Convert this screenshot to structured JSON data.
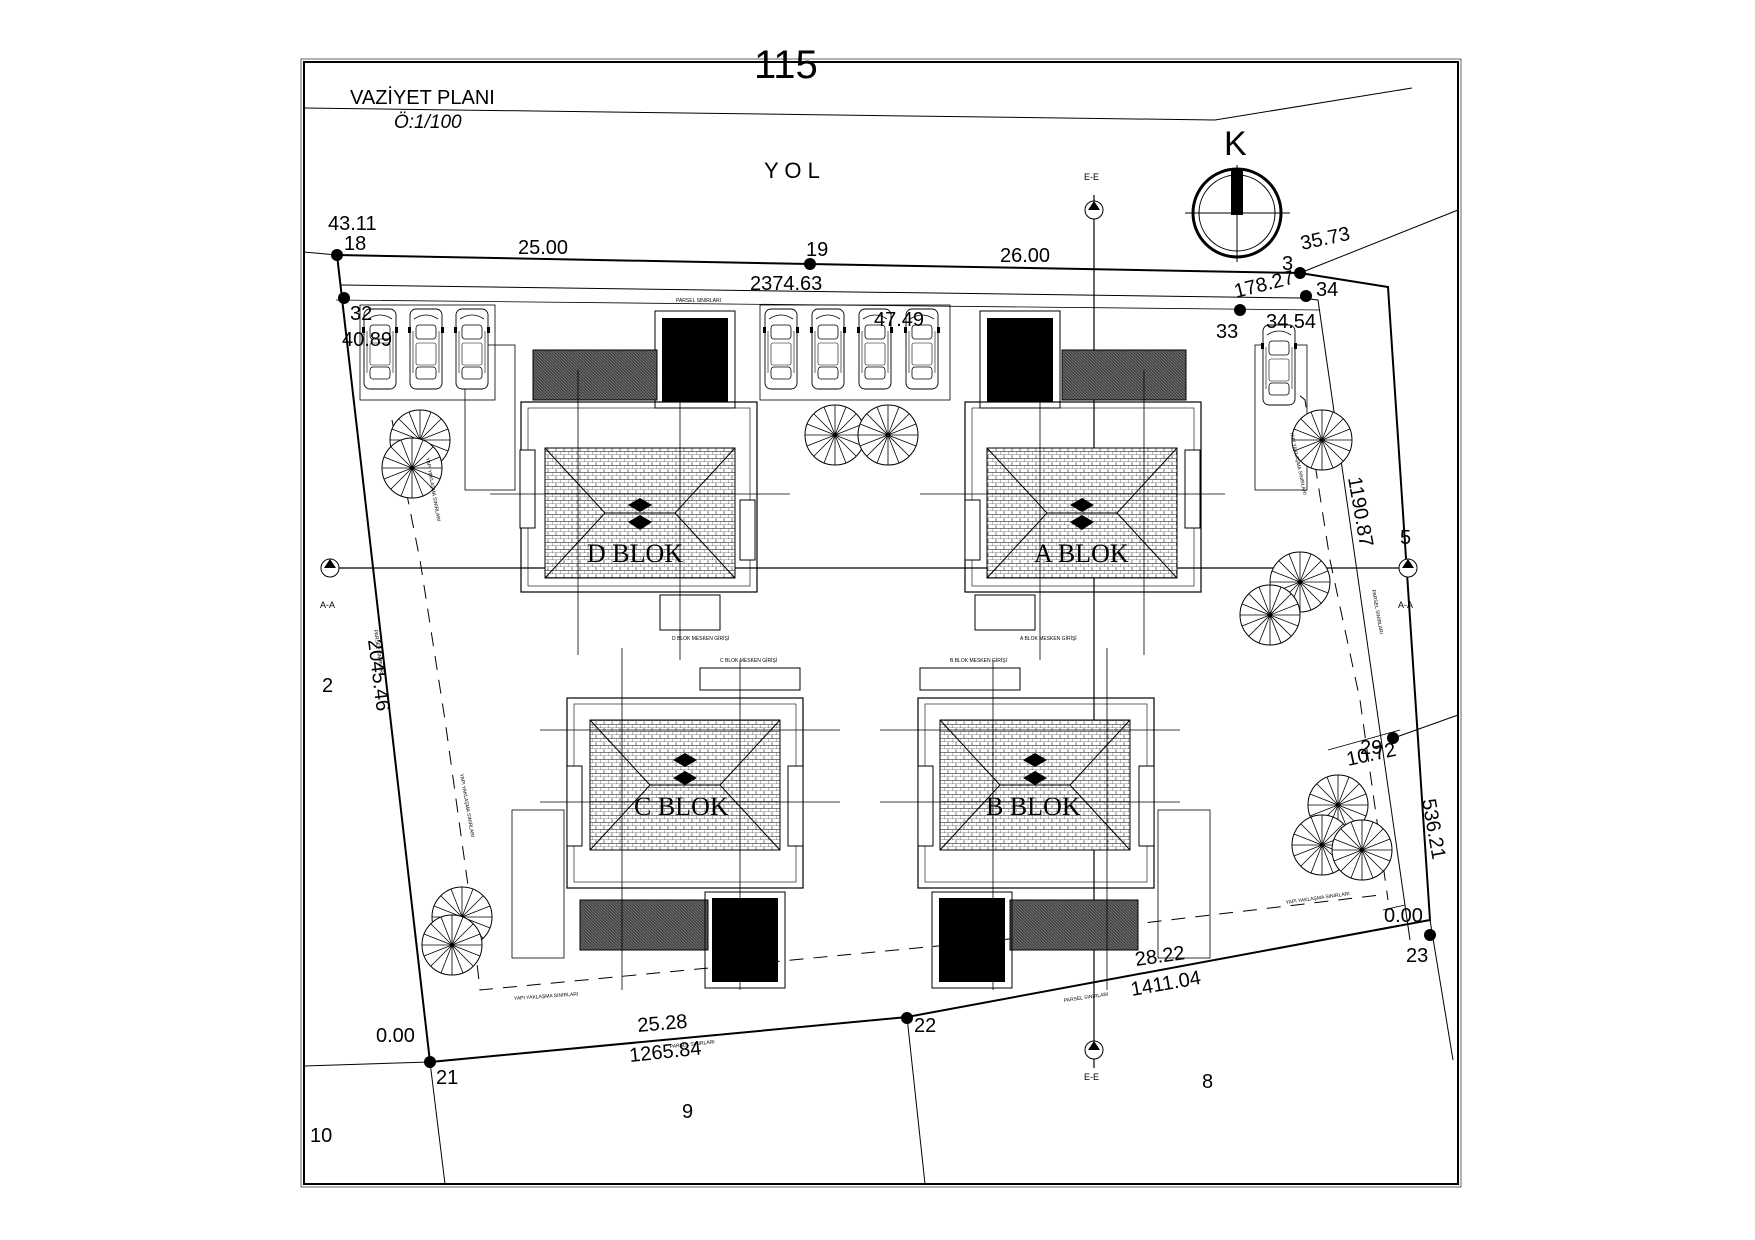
{
  "title": {
    "line1": "VAZİYET PLANI",
    "line2": "Ö:1/100"
  },
  "top_number": "115",
  "road": "Y O L",
  "north": "K",
  "section_labels": {
    "a": "A-A",
    "e": "E-E"
  },
  "blocks": {
    "a": "A BLOK",
    "b": "B BLOK",
    "c": "C BLOK",
    "d": "D BLOK"
  },
  "parcels": {
    "p2": "2",
    "p5": "5",
    "p8": "8",
    "p9": "9",
    "p10": "10"
  },
  "points": {
    "p18": "18",
    "p19": "19",
    "p3": "3",
    "p34": "34",
    "p32": "32",
    "p33": "33",
    "p29": "29",
    "p23": "23",
    "p22": "22",
    "p21": "21"
  },
  "dims": {
    "d4311": "43.11",
    "d2500": "25.00",
    "d2600": "26.00",
    "d3573": "35.73",
    "d237463": "2374.63",
    "d17827": "178.27",
    "d4749": "47.49",
    "d4089": "40.89",
    "d3454": "34.54",
    "d119087": "1190.87",
    "d204546": "2045.46",
    "d1072": "10.72",
    "d53621": "536.21",
    "d000a": "0.00",
    "d000b": "0.00",
    "d2822": "28.22",
    "d141104": "1411.04",
    "d2528": "25.28",
    "d126584": "1265.84"
  },
  "small_labels": {
    "parsel": "PARSEL SINIRLARI",
    "yapi": "YAPI YAKLAŞMA SINIRLARI",
    "d_giris": "D BLOK MESKEN GİRİŞİ",
    "a_giris": "A BLOK MESKEN GİRİŞİ",
    "c_giris": "C BLOK MESKEN GİRİŞİ",
    "b_giris": "B BLOK MESKEN GİRİŞİ"
  }
}
